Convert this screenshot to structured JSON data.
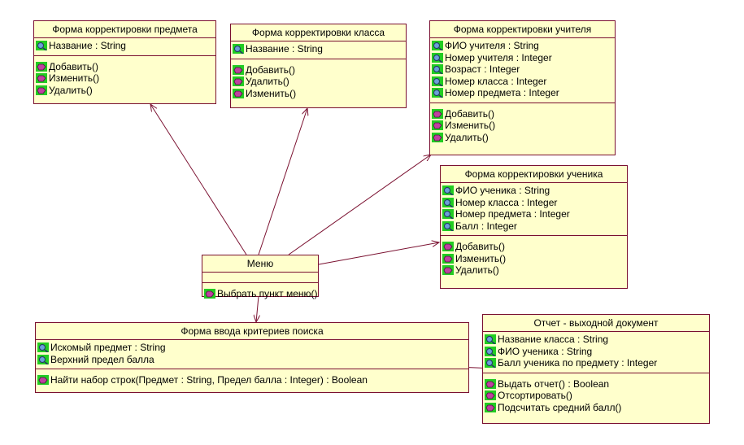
{
  "boxes": {
    "predmet": {
      "title": "Форма корректировки предмета",
      "attributes": [
        "Название : String"
      ],
      "operations": [
        "Добавить()",
        "Изменить()",
        "Удалить()"
      ]
    },
    "klass": {
      "title": "Форма корректировки класса",
      "attributes": [
        "Название : String"
      ],
      "operations": [
        "Добавить()",
        "Удалить()",
        "Изменить()"
      ]
    },
    "uchitel": {
      "title": "Форма корректировки учителя",
      "attributes": [
        "ФИО учителя : String",
        "Номер учителя : Integer",
        "Возраст : Integer",
        "Номер класса : Integer",
        "Номер предмета : Integer"
      ],
      "operations": [
        "Добавить()",
        "Изменить()",
        "Удалить()"
      ]
    },
    "uchenik": {
      "title": "Форма корректировки ученика",
      "attributes": [
        "ФИО ученика : String",
        "Номер класса : Integer",
        "Номер предмета : Integer",
        "Балл : Integer"
      ],
      "operations": [
        "Добавить()",
        "Изменить()",
        "Удалить()"
      ]
    },
    "menu": {
      "title": "Меню",
      "attributes": [],
      "operations": [
        "Выбрать пункт меню()"
      ]
    },
    "poisk": {
      "title": "Форма ввода критериев поиска",
      "attributes": [
        "Искомый предмет : String",
        "Верхний предел балла"
      ],
      "operations": [
        "Найти набор строк(Предмет : String, Предел балла : Integer) : Boolean"
      ]
    },
    "otchet": {
      "title": "Отчет - выходной документ",
      "attributes": [
        "Название класса : String",
        "ФИО ученика : String",
        "Балл ученика по предмету : Integer"
      ],
      "operations": [
        "Выдать отчет() : Boolean",
        "Отсортировать()",
        "Подсчитать средний балл()"
      ]
    }
  },
  "colors": {
    "box_fill": "#ffffcc",
    "border": "#7a1030",
    "icon": "#22cc22"
  },
  "icons": {
    "attribute": "attribute-icon",
    "operation": "operation-icon"
  },
  "associations": [
    {
      "from": "menu",
      "to": "predmet"
    },
    {
      "from": "menu",
      "to": "klass"
    },
    {
      "from": "menu",
      "to": "uchitel"
    },
    {
      "from": "menu",
      "to": "uchenik"
    },
    {
      "from": "menu",
      "to": "poisk"
    },
    {
      "from": "poisk",
      "to": "otchet"
    }
  ]
}
